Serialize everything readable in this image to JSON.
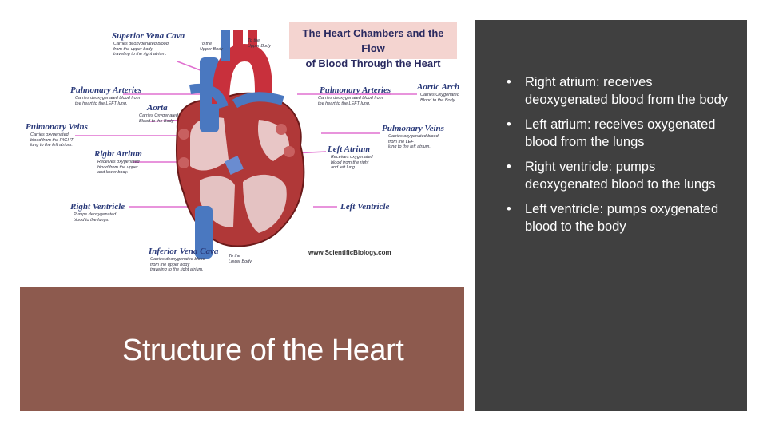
{
  "figure": {
    "title": "The Heart Chambers and the Flow\nof Blood Through the Heart",
    "watermark": "www.ScientificBiology.com",
    "labels": {
      "superior_vena_cava": "Superior Vena Cava",
      "superior_vena_cava_desc": "Carries deoxygenated blood\nfrom the upper body\ntraveling to the right atrium.",
      "to_upper_body_left": "To the\nUpper Body",
      "to_upper_body_right": "To the\nUpper Body",
      "pulmonary_arteries_left": "Pulmonary Arteries",
      "pulmonary_arteries_left_desc": "Carries deoxygenated blood from\nthe heart to the LEFT lung.",
      "aorta": "Aorta",
      "aorta_desc": "Carries Oxygenated\nBlood to the Body",
      "pulmonary_veins_left": "Pulmonary Veins",
      "pulmonary_veins_left_desc": "Carries oxygenated\nblood from the RIGHT\nlung to the left atrium.",
      "right_atrium": "Right Atrium",
      "right_atrium_desc": "Receives oxygenated\nblood from the upper\nand lower body.",
      "right_ventricle": "Right Ventricle",
      "right_ventricle_desc": "Pumps deoxygenated\nblood to the lungs.",
      "inferior_vena_cava": "Inferior Vena Cava",
      "inferior_vena_cava_desc": "Carries deoxygenated blood\nfrom the upper body\ntraveling to the right atrium.",
      "to_lower_body": "To the\nLower Body",
      "pulmonary_arteries_right": "Pulmonary Arteries",
      "pulmonary_arteries_right_desc": "Carries deoxygenated blood from\nthe heart to the LEFT lung.",
      "aortic_arch": "Aortic Arch",
      "aortic_arch_desc": "Carries Oxygenated\nBlood to the Body",
      "pulmonary_veins_right": "Pulmonary Veins",
      "pulmonary_veins_right_desc": "Carries oxygenated blood\nfrom the LEFT\nlung to the left atrium.",
      "left_atrium": "Left Atrium",
      "left_atrium_desc": "Receives oxygenated\nblood from the right\nand left lung.",
      "left_ventricle": "Left Ventricle"
    }
  },
  "slide_title": "Structure of the Heart",
  "bullet_glyph": "•",
  "bullets": [
    "Right atrium: receives deoxygenated blood from the body",
    "Left atrium: receives oxygenated blood from the lungs",
    "Right ventricle: pumps deoxygenated blood to the lungs",
    "Left ventricle: pumps oxygenated blood to the body"
  ],
  "colors": {
    "title_band": "#8d5a4e",
    "panel": "#404040",
    "label_ink": "#2a3a7a",
    "pointer_line": "#e070d0",
    "vein_blue": "#4a78c0",
    "artery_red": "#c8303c"
  }
}
